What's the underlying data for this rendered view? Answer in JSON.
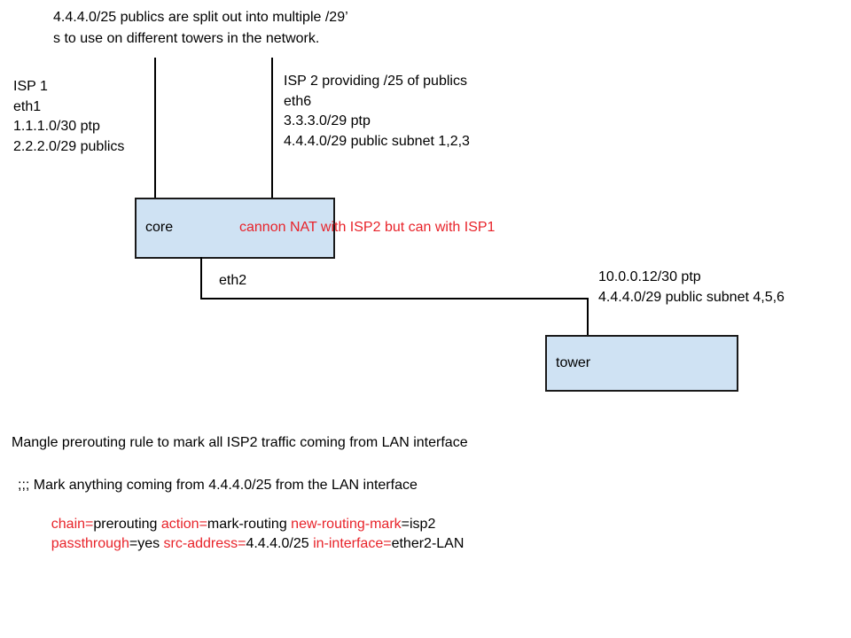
{
  "palette": {
    "box_fill": "#cfe2f3",
    "box_border": "#1a1a1a",
    "connector": "#000000",
    "red": "#e8232a",
    "text": "#000000"
  },
  "header": {
    "line1": "4.4.4.0/25 publics are split out into multiple /29’",
    "line2": "s to use on different towers in the network."
  },
  "isp1": {
    "lines": [
      "ISP 1",
      "eth1",
      "1.1.1.0/30 ptp",
      "2.2.2.0/29 publics"
    ]
  },
  "isp2": {
    "lines": [
      "ISP 2 providing /25 of publics",
      "eth6",
      "3.3.3.0/29 ptp",
      "4.4.4.0/29 public subnet 1,2,3"
    ]
  },
  "core": {
    "label": "core",
    "annotation": "cannon NAT with ISP2 but can with ISP1",
    "port_label": "eth2"
  },
  "tower": {
    "label": "tower",
    "link_lines": [
      "10.0.0.12/30 ptp",
      "4.4.4.0/29 public subnet 4,5,6"
    ]
  },
  "mangle": {
    "heading": "Mangle prerouting rule to mark all ISP2 traffic coming from LAN interface",
    "comment": ";;; Mark anything coming from 4.4.4.0/25 from the LAN interface",
    "rules": [
      {
        "segments": [
          {
            "text": "chain=",
            "color": "#e8232a"
          },
          {
            "text": "prerouting ",
            "color": "#000000"
          },
          {
            "text": "action=",
            "color": "#e8232a"
          },
          {
            "text": "mark-routing ",
            "color": "#000000"
          },
          {
            "text": "new-routing-mark",
            "color": "#e8232a"
          },
          {
            "text": "=isp2",
            "color": "#000000"
          }
        ]
      },
      {
        "segments": [
          {
            "text": "passthrough",
            "color": "#e8232a"
          },
          {
            "text": "=yes ",
            "color": "#000000"
          },
          {
            "text": "src-address=",
            "color": "#e8232a"
          },
          {
            "text": "4.4.4.0/25 ",
            "color": "#000000"
          },
          {
            "text": "in-interface=",
            "color": "#e8232a"
          },
          {
            "text": "ether2-LAN",
            "color": "#000000"
          }
        ]
      }
    ]
  }
}
